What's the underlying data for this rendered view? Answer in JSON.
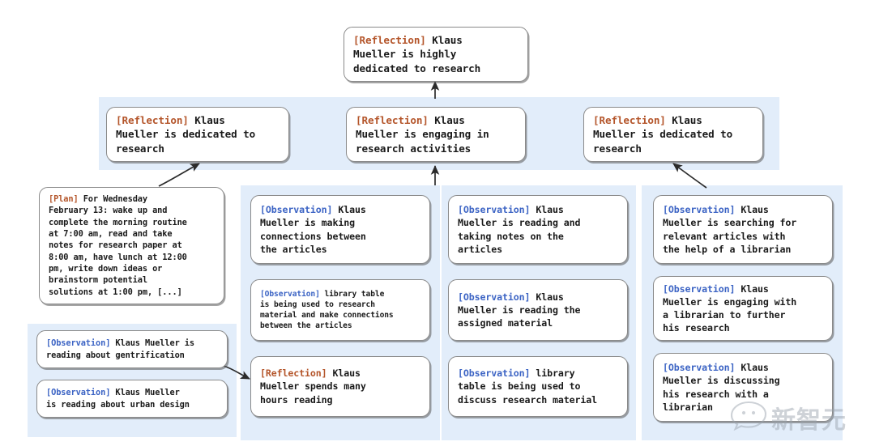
{
  "figure": {
    "title": "Memory stream reflection tree for Klaus Mueller",
    "colors": {
      "panel_background": "#e2edfa",
      "node_background": "#ffffff",
      "node_border": "#8a8a8a",
      "reflection_tag": "#b4552a",
      "observation_tag": "#3b63c4",
      "arrow": "#2b2b2b"
    }
  },
  "tags": {
    "reflection": "[Reflection]",
    "observation": "[Observation]",
    "plan": "[Plan]"
  },
  "root": {
    "tag": "[Reflection]",
    "lines": [
      " Klaus",
      "Mueller is highly",
      "dedicated to research"
    ]
  },
  "reflections": [
    {
      "tag": "[Reflection]",
      "lines": [
        " Klaus",
        "Mueller is dedicated to",
        "research"
      ]
    },
    {
      "tag": "[Reflection]",
      "lines": [
        " Klaus",
        "Mueller is engaging in",
        "research activities"
      ]
    },
    {
      "tag": "[Reflection]",
      "lines": [
        " Klaus",
        "Mueller is dedicated to",
        "research"
      ]
    }
  ],
  "plan": {
    "tag": "[Plan]",
    "lines": [
      " For Wednesday",
      "February 13: wake up and",
      "complete the morning routine",
      "at 7:00 am, read and take",
      "notes for research paper at",
      "8:00 am, have lunch at 12:00",
      "pm, write down ideas or",
      "brainstorm potential",
      "solutions at 1:00 pm, [...]"
    ]
  },
  "left_observations": [
    {
      "tag": "[Observation]",
      "lines": [
        " Klaus Mueller is",
        "reading about gentrification"
      ]
    },
    {
      "tag": "[Observation]",
      "lines": [
        " Klaus Mueller",
        "is reading about urban design"
      ]
    }
  ],
  "column_a": [
    {
      "tag": "[Observation]",
      "lines": [
        " Klaus",
        "Mueller is making",
        "connections between",
        "the articles"
      ]
    },
    {
      "tag": "[Observation]",
      "lines": [
        " library table",
        "is being used to research",
        "material and make connections",
        "between the articles"
      ]
    },
    {
      "tag": "[Reflection]",
      "lines": [
        " Klaus",
        "Mueller spends many",
        "hours reading"
      ]
    }
  ],
  "column_b": [
    {
      "tag": "[Observation]",
      "lines": [
        " Klaus",
        "Mueller is reading and",
        "taking notes on the",
        "articles"
      ]
    },
    {
      "tag": "[Observation]",
      "lines": [
        " Klaus",
        "Mueller is reading the",
        "assigned material"
      ]
    },
    {
      "tag": "[Observation]",
      "lines": [
        " library",
        "table is being used to",
        "discuss research material"
      ]
    }
  ],
  "column_c": [
    {
      "tag": "[Observation]",
      "lines": [
        " Klaus",
        "Mueller is searching for",
        "relevant articles with",
        "the help of a librarian"
      ]
    },
    {
      "tag": "[Observation]",
      "lines": [
        " Klaus",
        "Mueller is engaging with",
        "a librarian to further",
        "his research"
      ]
    },
    {
      "tag": "[Observation]",
      "lines": [
        " Klaus",
        "Mueller is discussing",
        "his research with a",
        "librarian"
      ]
    }
  ],
  "watermark": {
    "text": "新智元"
  }
}
